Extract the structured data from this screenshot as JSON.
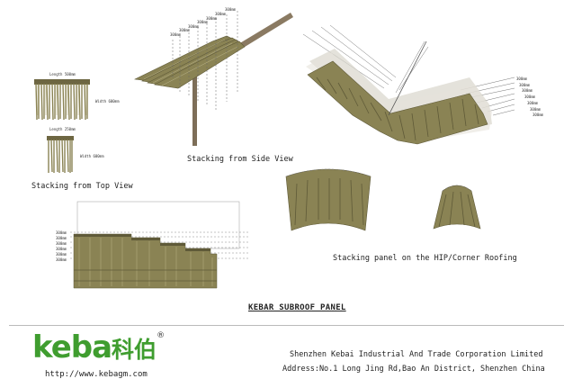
{
  "captions": {
    "side_view": "Stacking from Side View",
    "top_view": "Stacking from Top View",
    "hip": "Stacking panel on the HIP/Corner Roofing"
  },
  "top_view_panels": {
    "big_length": "Length 500mm",
    "big_width": "Width 600mm",
    "small_length": "Length 250mm",
    "small_width": "Width 600mm"
  },
  "spacing_label": "300mm",
  "title": "KEBAR SUBROOF PANEL",
  "logo": {
    "text": "keba",
    "cn": "科伯",
    "reg": "®"
  },
  "url": "http://www.kebagm.com",
  "company": {
    "name": "Shenzhen Kebai Industrial And Trade Corporation  Limited",
    "address": "Address:No.1 Long Jing Rd,Bao An District, Shenzhen China"
  },
  "colors": {
    "thatch": "#8a8354",
    "thatch_dark": "#5f5a38",
    "brand_green": "#3f9d2f"
  }
}
